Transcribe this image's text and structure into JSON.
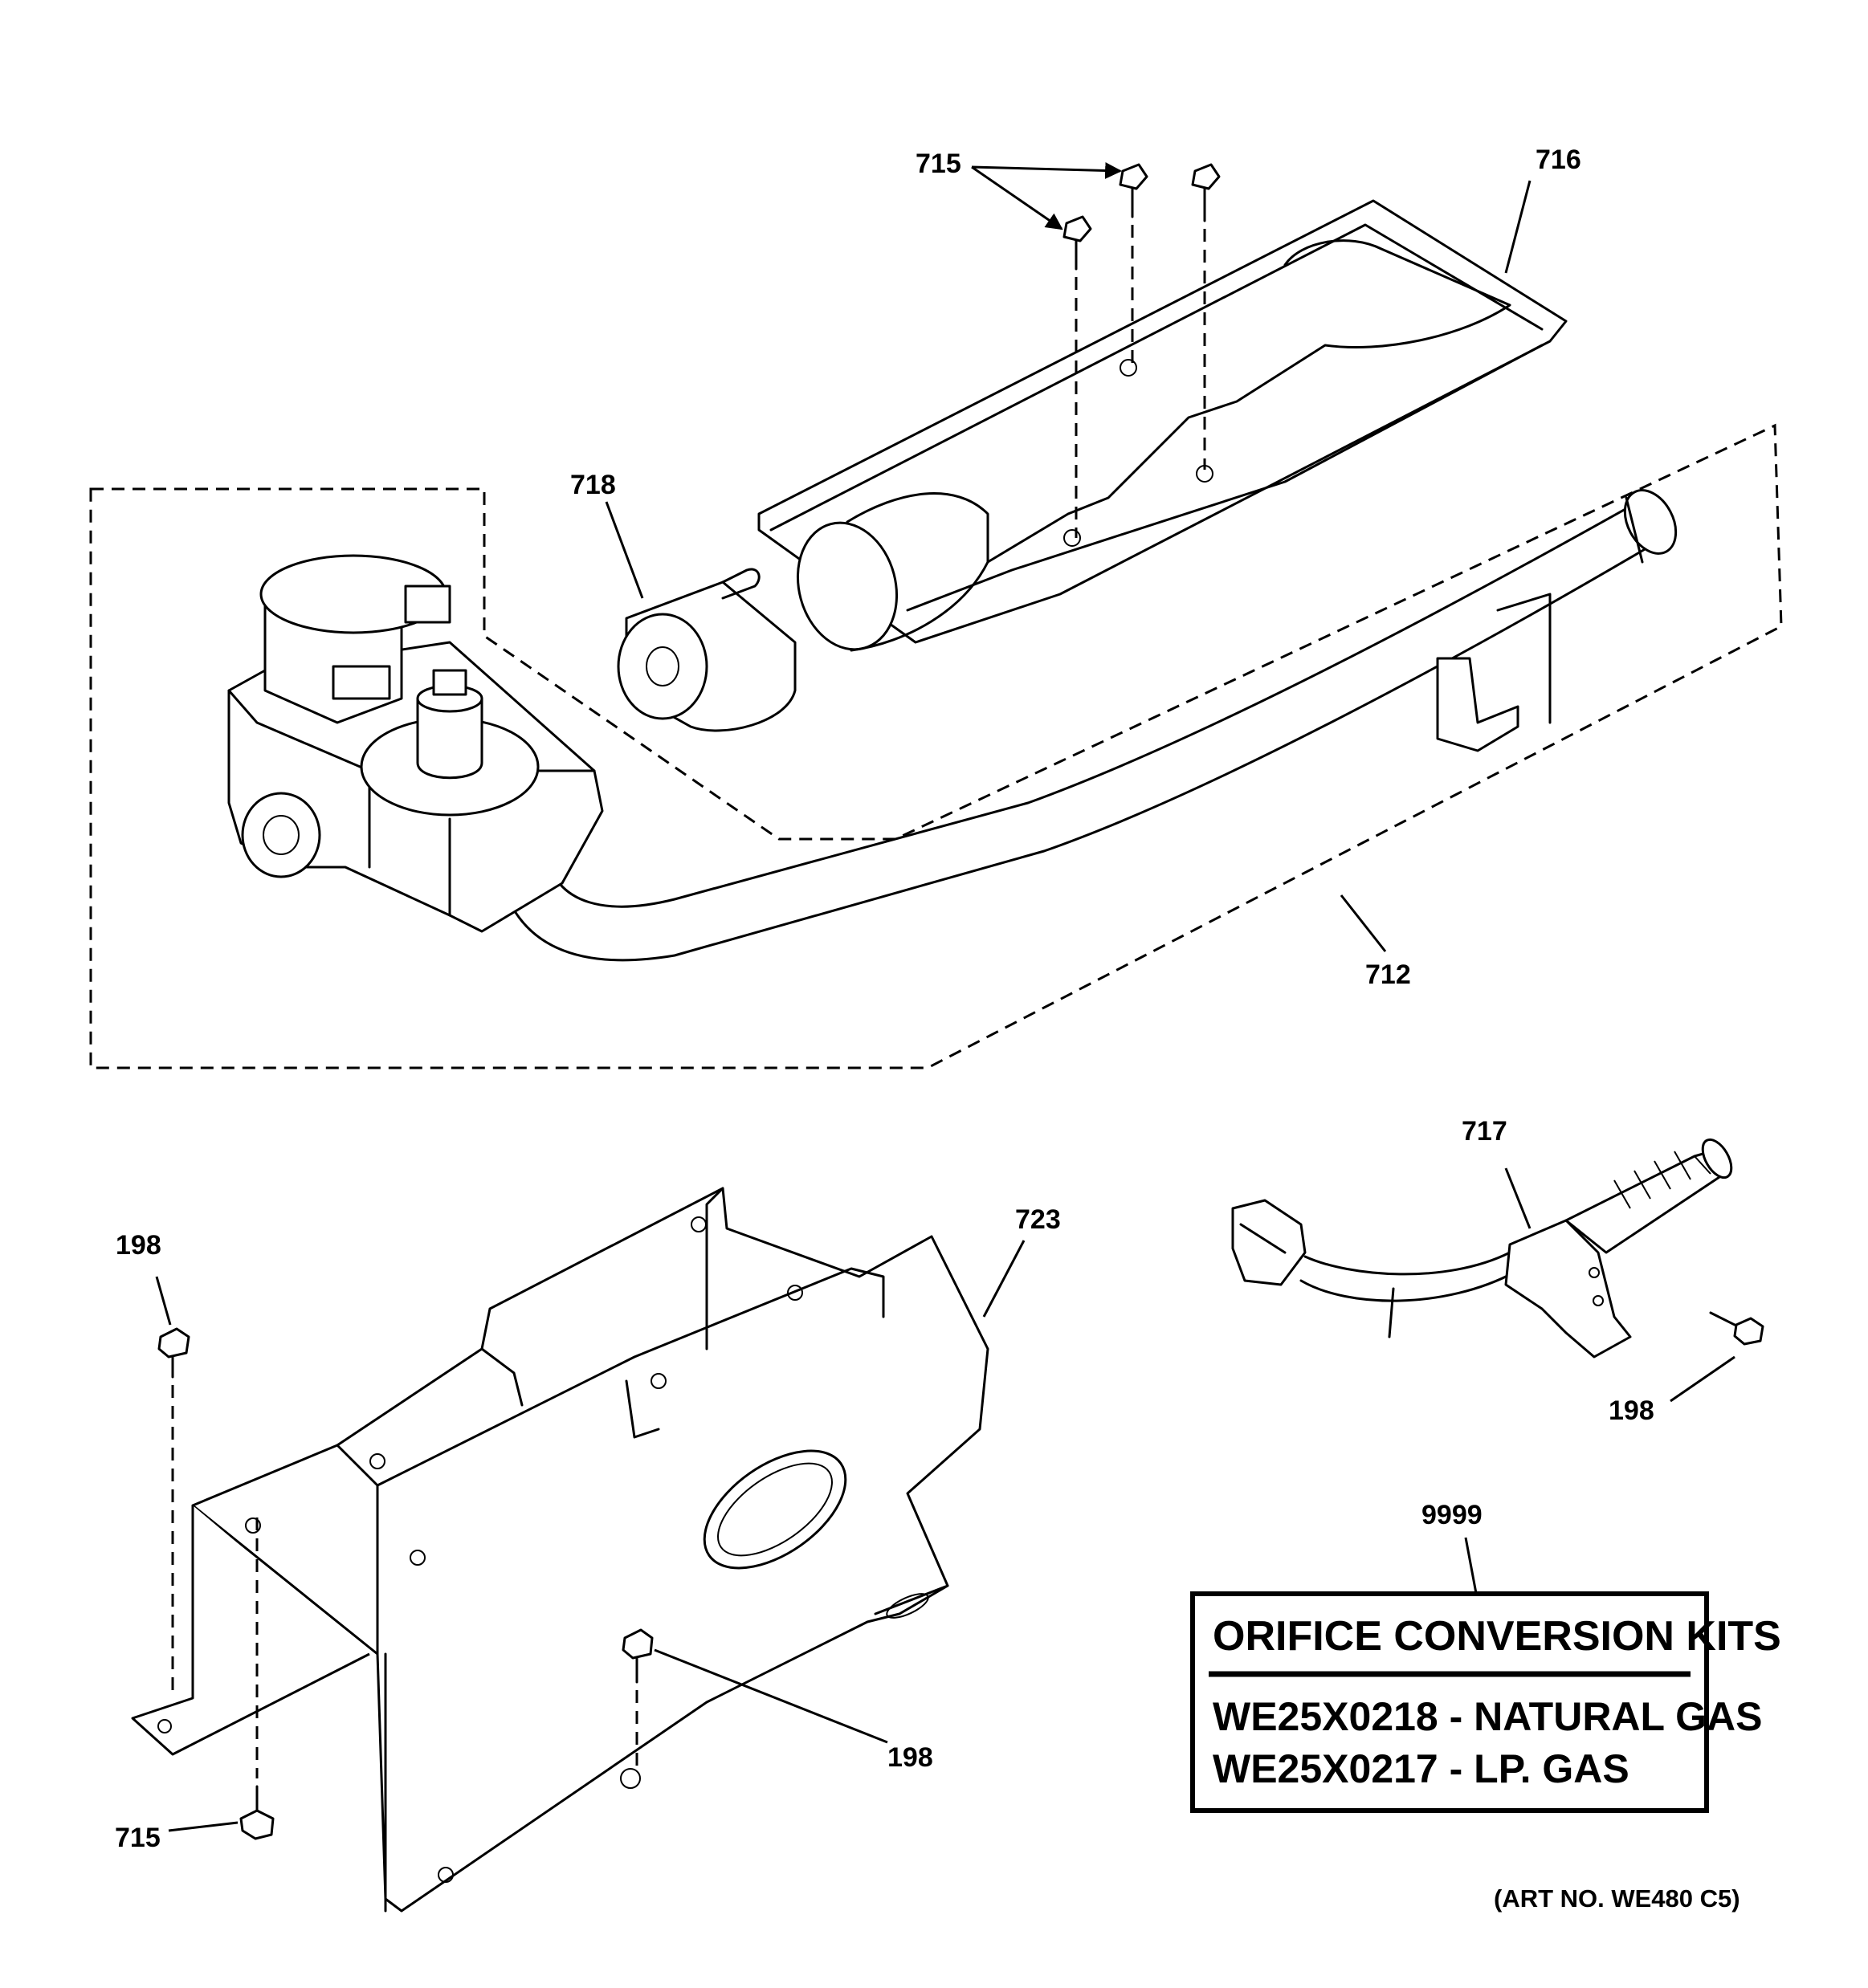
{
  "callouts": {
    "c715_top": "715",
    "c716": "716",
    "c718": "718",
    "c712": "712",
    "c717": "717",
    "c723": "723",
    "c198_left": "198",
    "c198_right": "198",
    "c198_bottom": "198",
    "c715_bottom": "715",
    "c9999": "9999"
  },
  "kit_box": {
    "title": "ORIFICE CONVERSION KITS",
    "line1": "WE25X0218 - NATURAL GAS",
    "line2": "WE25X0217 - LP. GAS"
  },
  "art_number": "(ART NO. WE480 C5)"
}
